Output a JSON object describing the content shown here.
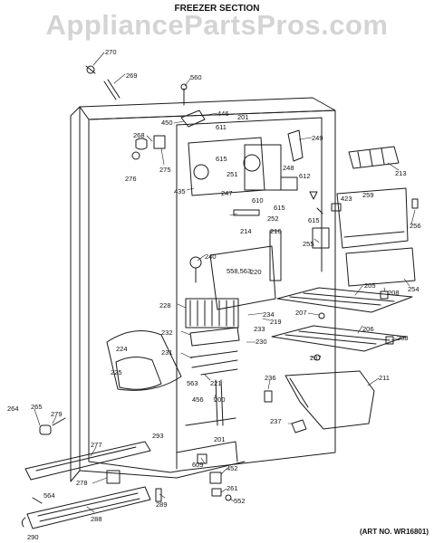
{
  "header": {
    "title": "FREEZER SECTION",
    "watermark": "AppliancePartsPros.com"
  },
  "footer": {
    "art_no": "(ART NO. WR16801)"
  },
  "parts": [
    {
      "id": "p270",
      "label": "270"
    },
    {
      "id": "p269",
      "label": "269"
    },
    {
      "id": "p560",
      "label": "560"
    },
    {
      "id": "p446",
      "label": "446"
    },
    {
      "id": "p450",
      "label": "450"
    },
    {
      "id": "p611",
      "label": "611"
    },
    {
      "id": "p201a",
      "label": "201"
    },
    {
      "id": "p268",
      "label": "268"
    },
    {
      "id": "p275",
      "label": "275"
    },
    {
      "id": "p276",
      "label": "276"
    },
    {
      "id": "p615a",
      "label": "615"
    },
    {
      "id": "p251",
      "label": "251"
    },
    {
      "id": "p248",
      "label": "248"
    },
    {
      "id": "p249",
      "label": "249"
    },
    {
      "id": "p612",
      "label": "612"
    },
    {
      "id": "p610",
      "label": "610"
    },
    {
      "id": "p615b",
      "label": "615"
    },
    {
      "id": "p435",
      "label": "435"
    },
    {
      "id": "p247",
      "label": "247"
    },
    {
      "id": "p252",
      "label": "252"
    },
    {
      "id": "p423",
      "label": "423"
    },
    {
      "id": "p259",
      "label": "259"
    },
    {
      "id": "p213",
      "label": "213"
    },
    {
      "id": "p256",
      "label": "256"
    },
    {
      "id": "p615c",
      "label": "615"
    },
    {
      "id": "p255",
      "label": "255"
    },
    {
      "id": "p214",
      "label": "214"
    },
    {
      "id": "p216",
      "label": "216"
    },
    {
      "id": "p240",
      "label": "240"
    },
    {
      "id": "p558563",
      "label": "558,563"
    },
    {
      "id": "p220",
      "label": "220"
    },
    {
      "id": "p254",
      "label": "254"
    },
    {
      "id": "p205",
      "label": "205"
    },
    {
      "id": "p208a",
      "label": "208"
    },
    {
      "id": "p228",
      "label": "228"
    },
    {
      "id": "p234",
      "label": "234"
    },
    {
      "id": "p207a",
      "label": "207"
    },
    {
      "id": "p219",
      "label": "219"
    },
    {
      "id": "p232",
      "label": "232"
    },
    {
      "id": "p233",
      "label": "233"
    },
    {
      "id": "p206",
      "label": "206"
    },
    {
      "id": "p208b",
      "label": "208"
    },
    {
      "id": "p224",
      "label": "224"
    },
    {
      "id": "p230",
      "label": "230"
    },
    {
      "id": "p231",
      "label": "231"
    },
    {
      "id": "p207b",
      "label": "207"
    },
    {
      "id": "p225",
      "label": "225"
    },
    {
      "id": "p211",
      "label": "211"
    },
    {
      "id": "p563",
      "label": "563"
    },
    {
      "id": "p221",
      "label": "221"
    },
    {
      "id": "p236",
      "label": "236"
    },
    {
      "id": "p456",
      "label": "456"
    },
    {
      "id": "p200",
      "label": "200"
    },
    {
      "id": "p264",
      "label": "264"
    },
    {
      "id": "p265",
      "label": "265"
    },
    {
      "id": "p279",
      "label": "279"
    },
    {
      "id": "p237",
      "label": "237"
    },
    {
      "id": "p293",
      "label": "293"
    },
    {
      "id": "p201b",
      "label": "201"
    },
    {
      "id": "p277",
      "label": "277"
    },
    {
      "id": "p609",
      "label": "609"
    },
    {
      "id": "p452",
      "label": "452"
    },
    {
      "id": "p278",
      "label": "278"
    },
    {
      "id": "p261",
      "label": "261"
    },
    {
      "id": "p552",
      "label": "552"
    },
    {
      "id": "p564",
      "label": "564"
    },
    {
      "id": "p289",
      "label": "289"
    },
    {
      "id": "p288",
      "label": "288"
    },
    {
      "id": "p290",
      "label": "290"
    }
  ]
}
